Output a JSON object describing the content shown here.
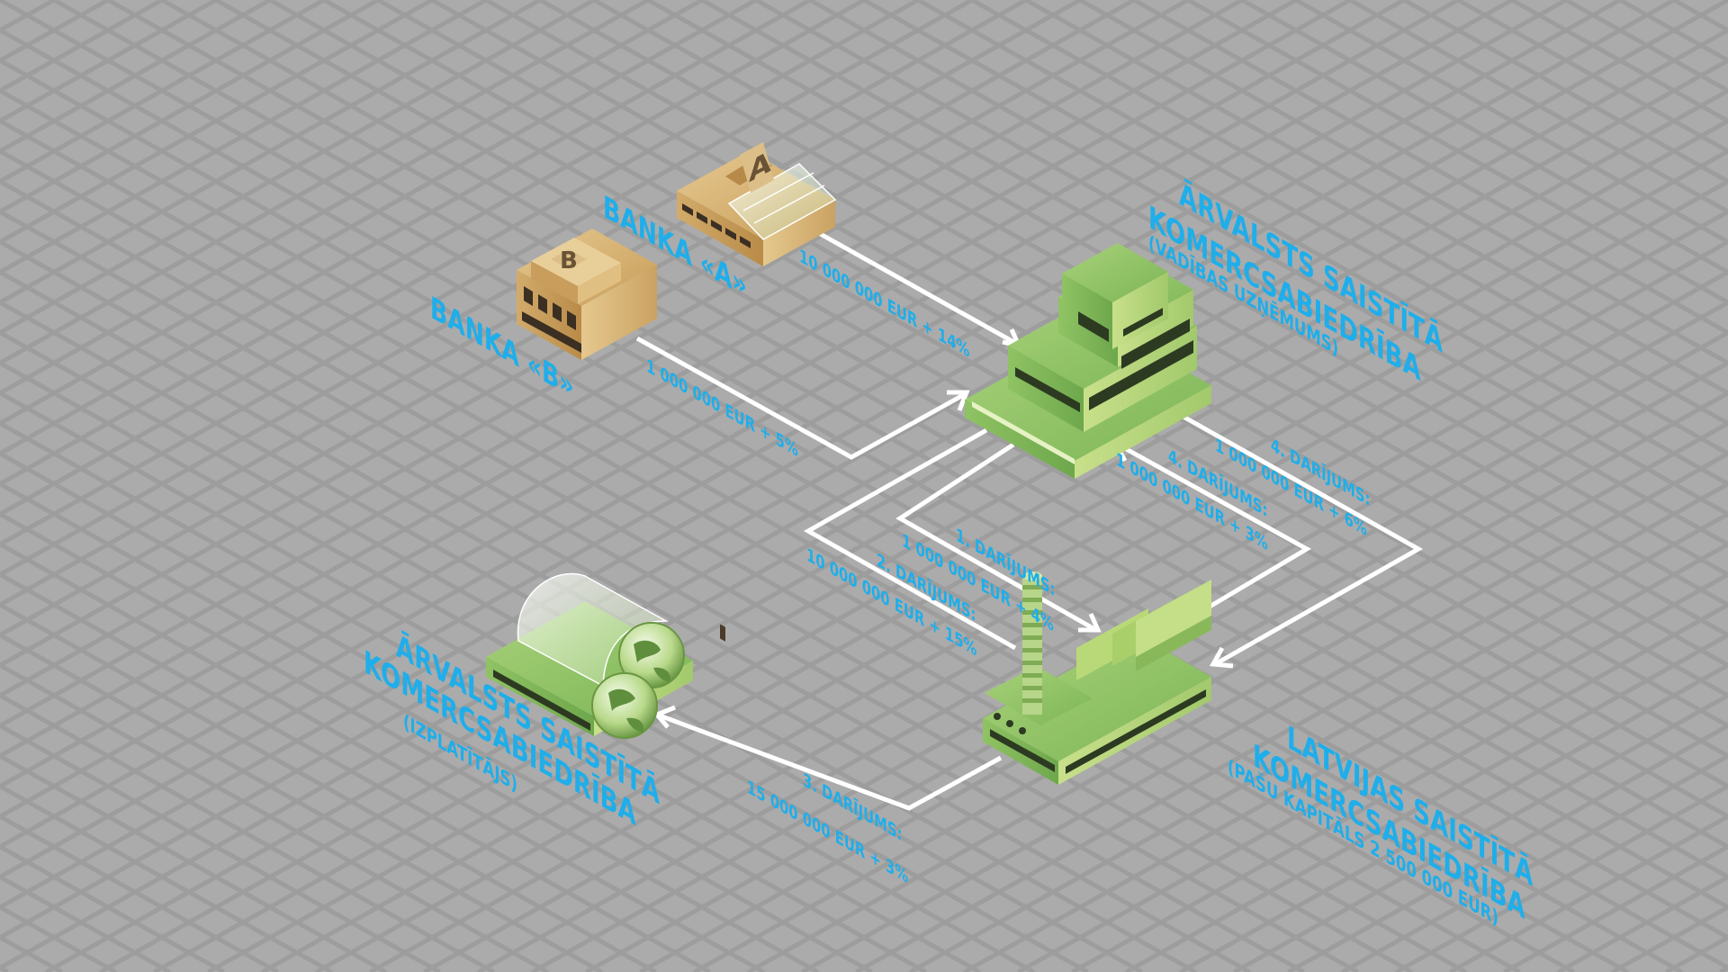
{
  "colors": {
    "background": "#ababab",
    "grid": "#9c9c9c",
    "accent_text": "#1faeea",
    "arrow": "#ffffff",
    "green_building": "#8cc063",
    "tan_building": "#d3ad6c"
  },
  "buildings": {
    "bank_a": {
      "label": "BANKA «A»",
      "sign": "A"
    },
    "bank_b": {
      "label": "BANKA «B»",
      "sign": "B"
    },
    "management": {
      "title_line1": "ĀRVALSTS SAISTĪTĀ",
      "title_line2": "KOMERCSABIEDRĪBA",
      "subtitle": "(VADĪBAS UZŅĒMUMS)"
    },
    "payer": {
      "title_line1": "ĀRVALSTS SAISTĪTĀ",
      "title_line2": "KOMERCSABIEDRĪBA",
      "subtitle": "(IZPLATĪTĀJS)"
    },
    "latvian": {
      "title_line1": "LATVIJAS SAISTĪTĀ",
      "title_line2": "KOMERCSABIEDRĪBA",
      "subtitle": "(PAŠU KAPITĀLS 2 500 000 EUR)"
    }
  },
  "flows": {
    "bank_a_loan": {
      "amount": "10 000 000 EUR + 14%"
    },
    "bank_b_loan": {
      "amount": "1 000 000 EUR + 5%"
    },
    "deal1": {
      "title": "1. DARĪJUMS:",
      "amount": "1 000 000 EUR + 4%"
    },
    "deal2": {
      "title": "2. DARĪJUMS:",
      "amount": "10 000 000 EUR + 15%"
    },
    "deal3": {
      "title": "3. DARĪJUMS:",
      "amount": "15 000 000 EUR + 3%"
    },
    "deal4a": {
      "title": "4. DARĪJUMS:",
      "amount": "1 000 000 EUR + 6%"
    },
    "deal4b": {
      "title": "4. DARĪJUMS:",
      "amount": "1 000 000 EUR + 3%"
    }
  }
}
